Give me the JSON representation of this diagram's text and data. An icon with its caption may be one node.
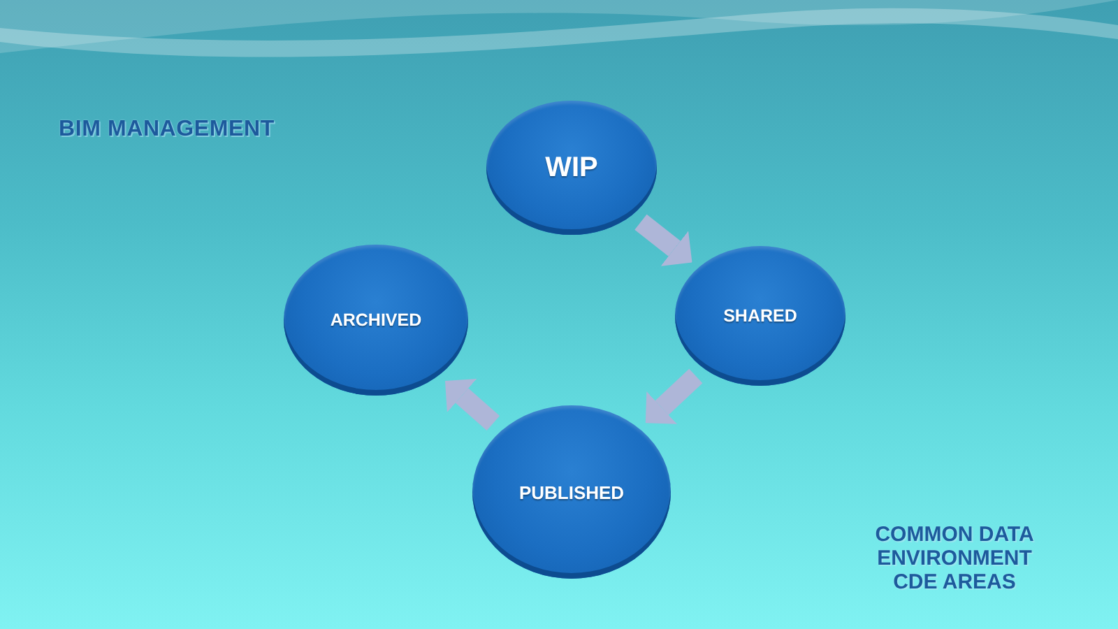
{
  "diagram": {
    "title": "BIM MANAGEMENT",
    "nodes": [
      {
        "text": [
          "WIP"
        ]
      },
      {
        "text": [
          "SHARED"
        ]
      },
      {
        "text": [
          "PUBLISHED"
        ]
      },
      {
        "text": [
          "ARCHIVED"
        ]
      }
    ],
    "edges": [
      {
        "from": 0,
        "to": 1,
        "arrow": "to"
      },
      {
        "from": 1,
        "to": 2,
        "arrow": "to"
      },
      {
        "from": 2,
        "to": 3,
        "arrow": "to"
      }
    ],
    "labels": [
      "COMMON DATA ENVIRONMENT CDE AREAS"
    ]
  }
}
